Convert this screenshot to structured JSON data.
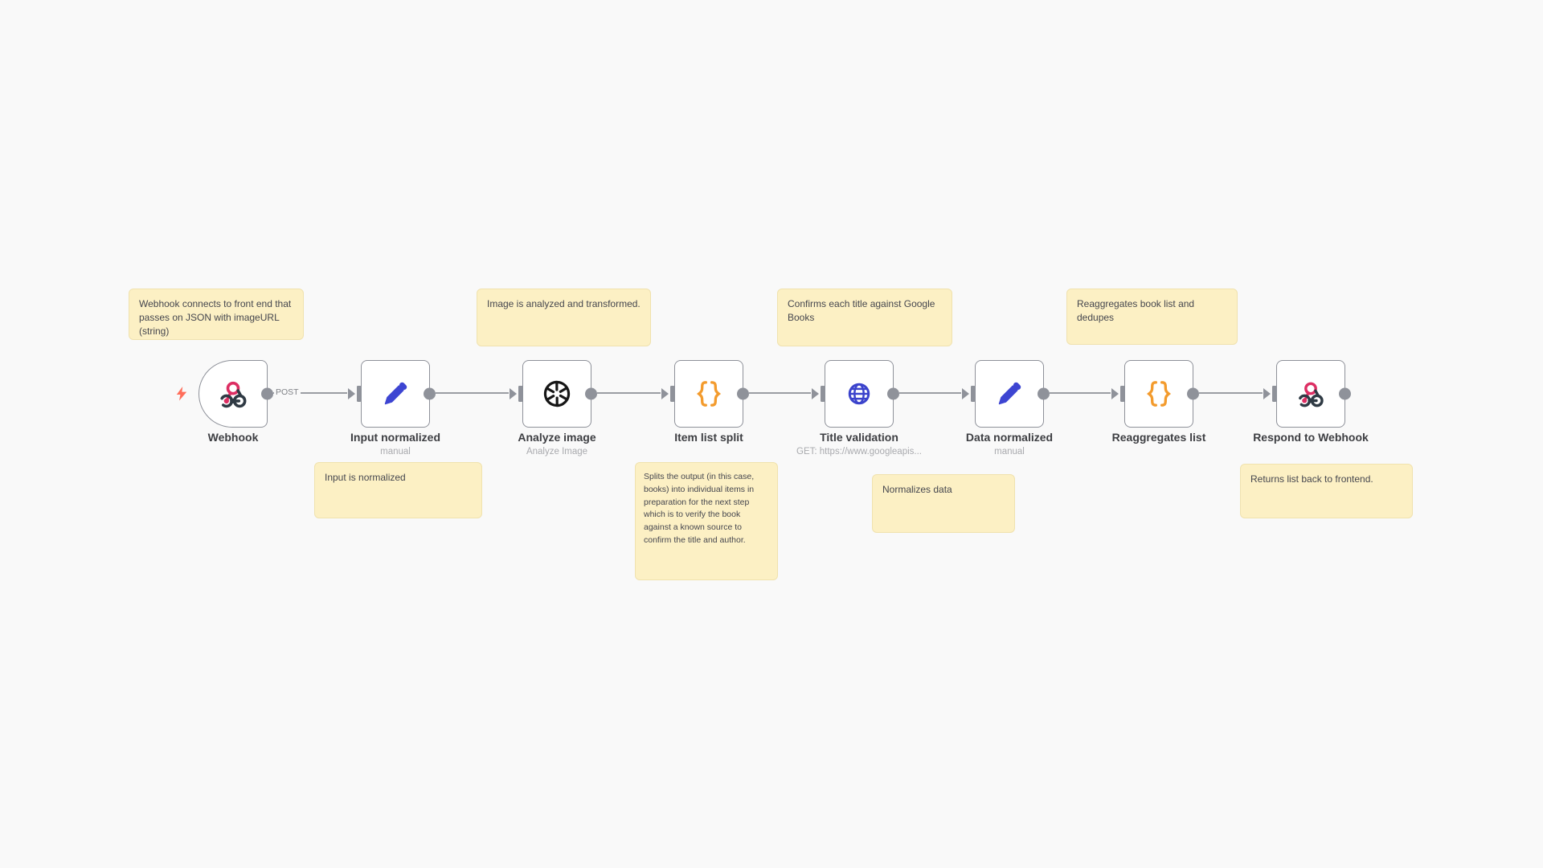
{
  "app": {
    "type": "workflow-editor-canvas"
  },
  "colors": {
    "canvas_bg": "#f9f9f9",
    "node_bg": "#ffffff",
    "node_border": "#8e9199",
    "connector_gray": "#9b9da3",
    "port_gray": "#8f929a",
    "sticky_bg": "#fcf0c4",
    "sticky_border": "#f0e2ae",
    "sticky_text": "#45464e",
    "node_label_text": "#3d3e42",
    "node_subtitle_text": "#a9aaae",
    "trigger_bolt_orange": "#ff6d5a",
    "webhook_pink": "#dd2e63",
    "webhook_dark": "#2f3a44",
    "pencil_blue": "#3d45d2",
    "openai_black": "#161616",
    "braces_orange": "#f39b2d",
    "globe_blue": "#3b43cc"
  },
  "workflow": {
    "connection_label": "POST",
    "nodes": [
      {
        "label": "Webhook",
        "subtitle": "",
        "icon": "webhook-icon",
        "shape": "trigger"
      },
      {
        "label": "Input normalized",
        "subtitle": "manual",
        "icon": "pencil-icon",
        "shape": "square"
      },
      {
        "label": "Analyze image",
        "subtitle": "Analyze Image",
        "icon": "openai-icon",
        "shape": "square"
      },
      {
        "label": "Item list split",
        "subtitle": "",
        "icon": "braces-icon",
        "shape": "square"
      },
      {
        "label": "Title validation",
        "subtitle": "GET: https://www.googleapis...",
        "icon": "globe-icon",
        "shape": "square"
      },
      {
        "label": "Data normalized",
        "subtitle": "manual",
        "icon": "pencil-icon",
        "shape": "square"
      },
      {
        "label": "Reaggregates list",
        "subtitle": "",
        "icon": "braces-icon",
        "shape": "square"
      },
      {
        "label": "Respond to Webhook",
        "subtitle": "",
        "icon": "webhook-icon",
        "shape": "square"
      }
    ],
    "sticky_notes": [
      {
        "text": "Webhook connects to front end that passes on JSON with imageURL (string)"
      },
      {
        "text": "Image is analyzed and transformed."
      },
      {
        "text": "Confirms each title against Google Books"
      },
      {
        "text": "Reaggregates book list and dedupes"
      },
      {
        "text": "Input is normalized"
      },
      {
        "text": "Splits the output (in this case, books) into individual items in preparation for the next step which is to verify the book against a known source to confirm the title and author."
      },
      {
        "text": "Normalizes data"
      },
      {
        "text": "Returns list back to frontend."
      }
    ]
  }
}
